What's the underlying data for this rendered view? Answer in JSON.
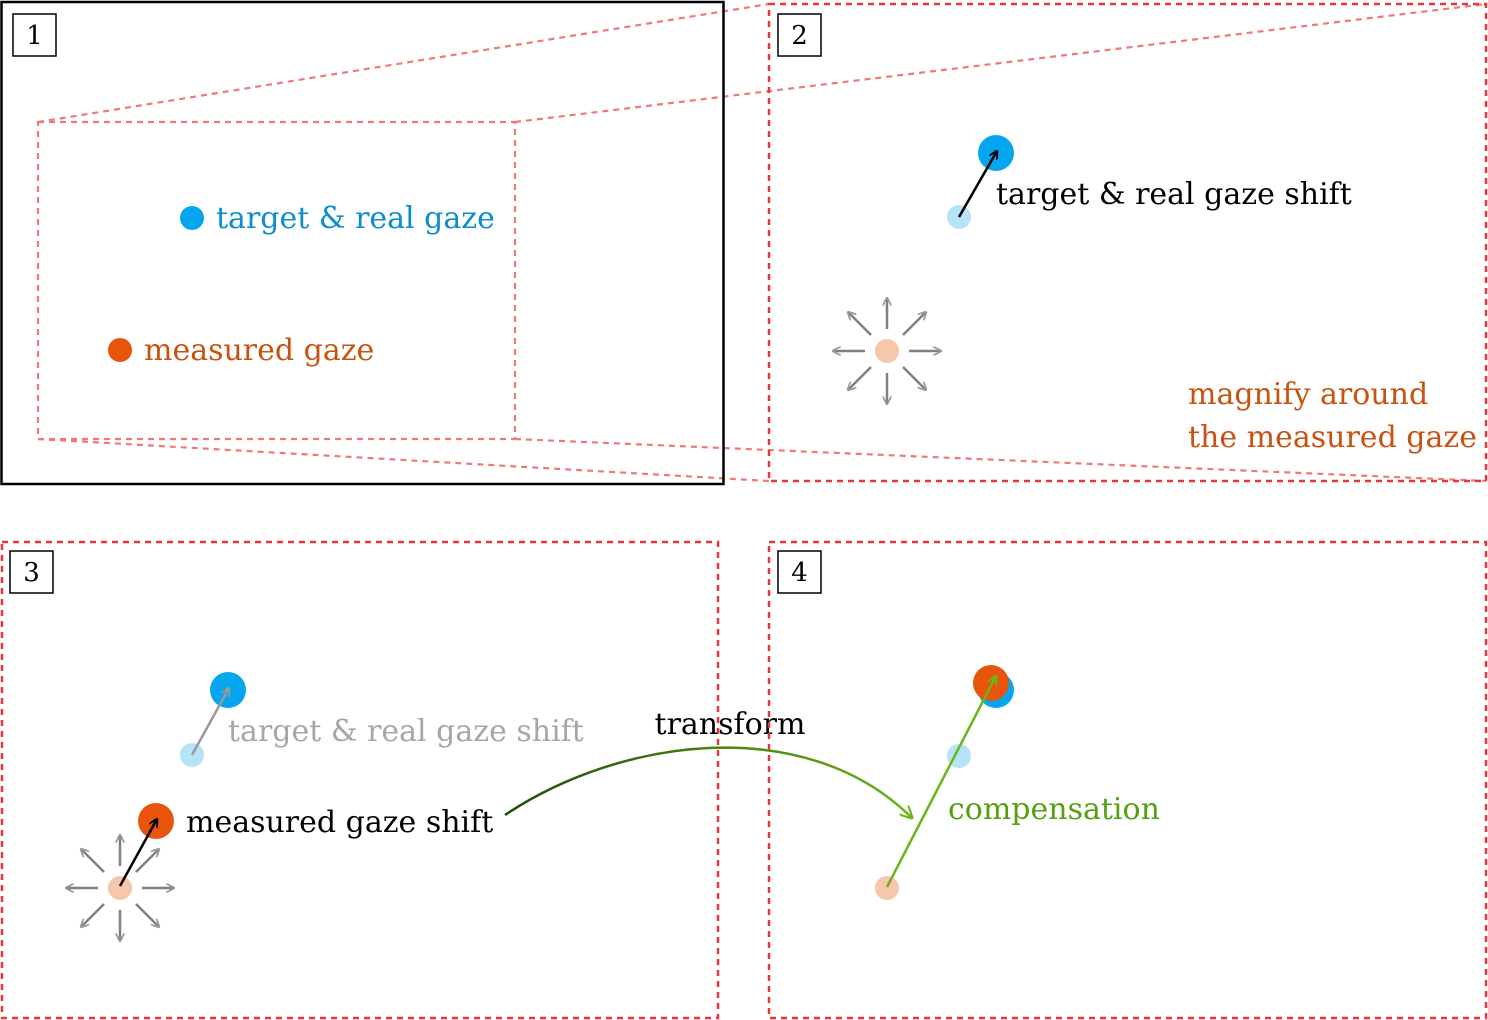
{
  "panels": [
    {
      "number": "1"
    },
    {
      "number": "2"
    },
    {
      "number": "3"
    },
    {
      "number": "4"
    }
  ],
  "labels": {
    "p1_target": "target & real gaze",
    "p1_measured": "measured gaze",
    "p2_shift": "target & real gaze shift",
    "p2_magnify_line1": "magnify around",
    "p2_magnify_line2": "the measured gaze",
    "p3_target_shift": "target & real gaze shift",
    "p3_measured_shift": "measured gaze shift",
    "transform": "transform",
    "p4_compensation": "compensation"
  },
  "colors": {
    "target_blue": "#05a6ef",
    "target_blue_light": "#b7e3f8",
    "target_text_blue": "#0b8dd0",
    "measured_orange": "#e8540b",
    "measured_orange_light": "#f7c7ac",
    "measured_text": "#c85210",
    "zoom_dashed_red": "#e8373a",
    "zoom_projection_pink": "#f07878",
    "arrow_gray": "#808080",
    "faded_gray": "#a6a6a6",
    "compensation_green": "#6cb41a",
    "transform_dark_green": "#1e4d0a"
  }
}
